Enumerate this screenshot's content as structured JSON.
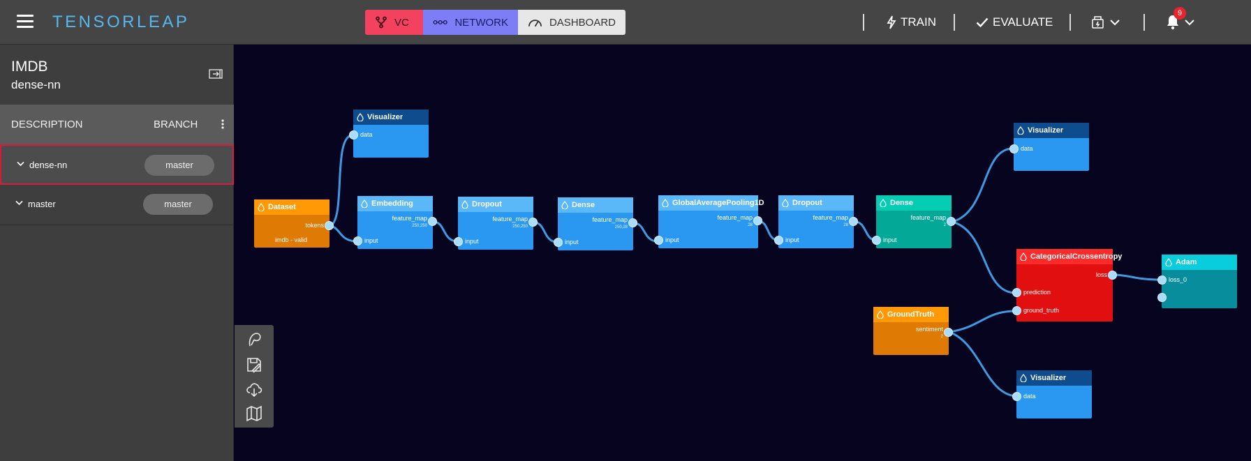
{
  "brand": {
    "logo": "TENSORLEAP"
  },
  "tabs": [
    {
      "label": "VC",
      "icon": "branch-icon"
    },
    {
      "label": "NETWORK",
      "icon": "network-icon"
    },
    {
      "label": "DASHBOARD",
      "icon": "gauge-icon"
    }
  ],
  "actions": {
    "train": "TRAIN",
    "evaluate": "EVALUATE"
  },
  "notifications": {
    "count": "9"
  },
  "colors": {
    "accent": "#55b8f0",
    "vc": "#f2425f",
    "network": "#7d7ef6",
    "selected_border": "#d81b3c"
  },
  "sidebar": {
    "project": "IMDB",
    "model": "dense-nn",
    "columns": {
      "description": "DESCRIPTION",
      "branch": "BRANCH"
    },
    "rows": [
      {
        "name": "dense-nn",
        "branch": "master",
        "selected": true
      },
      {
        "name": "master",
        "branch": "master",
        "selected": false
      }
    ]
  },
  "toolbox": [
    "brush-icon",
    "save-icon",
    "cloud-download-icon",
    "map-icon"
  ],
  "nodes": {
    "visualizer_top": {
      "title": "Visualizer",
      "in": "data"
    },
    "dataset": {
      "title": "Dataset",
      "out": "tokens",
      "text": "imdb - valid"
    },
    "embedding": {
      "title": "Embedding",
      "in": "input",
      "out": "feature_map",
      "shape": "250,250"
    },
    "dropout1": {
      "title": "Dropout",
      "in": "input",
      "out": "feature_map",
      "shape": "250,250"
    },
    "dense1": {
      "title": "Dense",
      "in": "input",
      "out": "feature_map",
      "shape": "250,28"
    },
    "gap": {
      "title": "GlobalAveragePooling1D",
      "in": "input",
      "out": "feature_map",
      "shape": "28"
    },
    "dropout2": {
      "title": "Dropout",
      "in": "input",
      "out": "feature_map",
      "shape": "28"
    },
    "dense2": {
      "title": "Dense",
      "in": "input",
      "out": "feature_map",
      "shape": "2"
    },
    "visualizer_right": {
      "title": "Visualizer",
      "in": "data"
    },
    "loss": {
      "title": "CategoricalCrossentropy",
      "out": "loss",
      "in1": "prediction",
      "in2": "ground_truth"
    },
    "adam": {
      "title": "Adam",
      "in": "loss_0"
    },
    "groundtruth": {
      "title": "GroundTruth",
      "out": "sentiment",
      "shape": "2"
    },
    "visualizer_bottom": {
      "title": "Visualizer",
      "in": "data"
    }
  }
}
